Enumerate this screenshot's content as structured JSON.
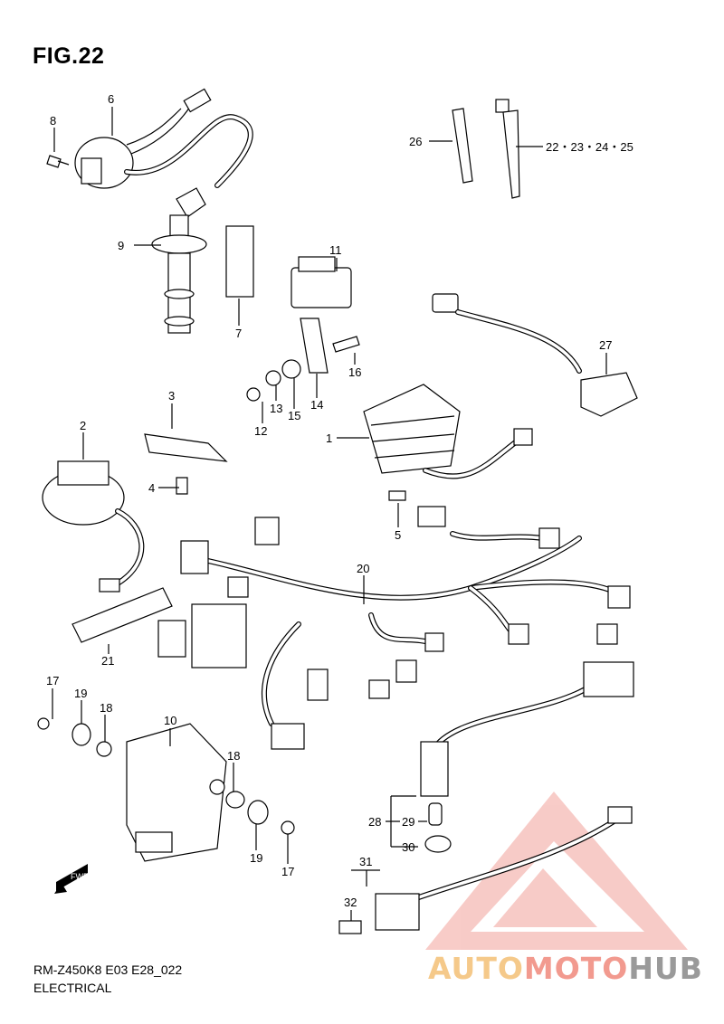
{
  "figure": {
    "title": "FIG.22",
    "model_code": "RM-Z450K8 E03 E28_022",
    "section": "ELECTRICAL",
    "direction_label": "FWD"
  },
  "callouts": [
    {
      "id": "c1",
      "label": "1"
    },
    {
      "id": "c2",
      "label": "2"
    },
    {
      "id": "c3",
      "label": "3"
    },
    {
      "id": "c4",
      "label": "4"
    },
    {
      "id": "c5",
      "label": "5"
    },
    {
      "id": "c6",
      "label": "6"
    },
    {
      "id": "c7",
      "label": "7"
    },
    {
      "id": "c8",
      "label": "8"
    },
    {
      "id": "c9",
      "label": "9"
    },
    {
      "id": "c10",
      "label": "10"
    },
    {
      "id": "c11",
      "label": "11"
    },
    {
      "id": "c12",
      "label": "12"
    },
    {
      "id": "c13",
      "label": "13"
    },
    {
      "id": "c14",
      "label": "14"
    },
    {
      "id": "c15",
      "label": "15"
    },
    {
      "id": "c16",
      "label": "16"
    },
    {
      "id": "c17a",
      "label": "17"
    },
    {
      "id": "c17b",
      "label": "17"
    },
    {
      "id": "c18a",
      "label": "18"
    },
    {
      "id": "c18b",
      "label": "18"
    },
    {
      "id": "c19a",
      "label": "19"
    },
    {
      "id": "c19b",
      "label": "19"
    },
    {
      "id": "c20",
      "label": "20"
    },
    {
      "id": "c21",
      "label": "21"
    },
    {
      "id": "c22",
      "label": "22・23・24・25"
    },
    {
      "id": "c26",
      "label": "26"
    },
    {
      "id": "c27",
      "label": "27"
    },
    {
      "id": "c28",
      "label": "28"
    },
    {
      "id": "c29",
      "label": "29"
    },
    {
      "id": "c30",
      "label": "30"
    },
    {
      "id": "c31",
      "label": "31"
    },
    {
      "id": "c32",
      "label": "32"
    }
  ],
  "watermark": {
    "text_a": "AUTO",
    "text_b": "MOTO",
    "text_c": "HUB",
    "colors": {
      "orange": "#f5c98a",
      "red": "#f29a8f",
      "gray": "#9a9a9a"
    }
  }
}
